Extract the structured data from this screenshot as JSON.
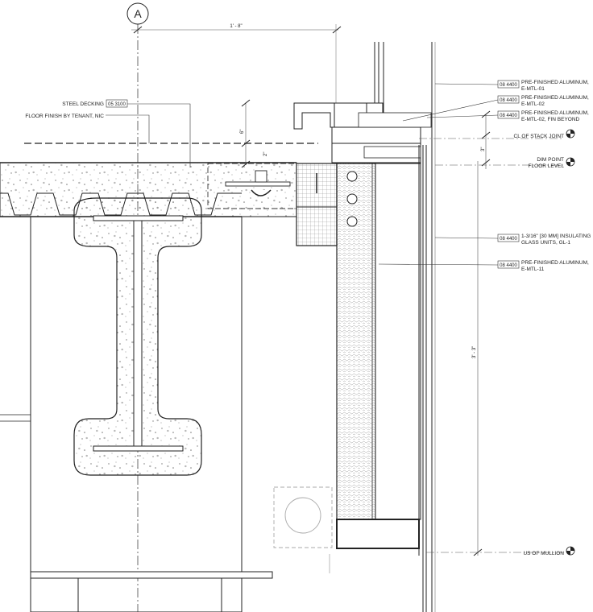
{
  "grid": {
    "label": "A"
  },
  "dimensions": {
    "top": "1' - 8\"",
    "upper_a": "6\"",
    "upper_b": "2\"",
    "stack": "3\"",
    "tall": "3' - 3\""
  },
  "left_notes": {
    "steel_decking": {
      "text": "STEEL DECKING",
      "ref": "05 3100"
    },
    "floor_finish": {
      "text": "FLOOR FINISH BY TENANT, NIC"
    }
  },
  "right_notes": [
    {
      "ref": "08 4400",
      "line1": "PRE-FINISHED ALUMINUM,",
      "line2": "E-MTL-01"
    },
    {
      "ref": "08 4400",
      "line1": "PRE-FINISHED ALUMINUM,",
      "line2": "E-MTL-02"
    },
    {
      "ref": "08 4400",
      "line1": "PRE-FINISHED ALUMINUM,",
      "line2": "E-MTL-02, FIN BEYOND"
    },
    {
      "ref": "08 4400",
      "line1": "1-3/16\" [30 MM] INSULATING",
      "line2": "GLASS UNITS, GL-1"
    },
    {
      "ref": "08 4400",
      "line1": "PRE-FINISHED ALUMINUM,",
      "line2": "E-MTL-11"
    }
  ],
  "elevations": {
    "stack_joint": "CL OF STACK JOINT",
    "dim_point_1": "DIM POINT",
    "dim_point_2": "FLOOR LEVEL",
    "mullion": "US OF MULLION"
  },
  "colors": {
    "line": "#222222",
    "hatch": "#8a8a8a",
    "light": "#b5b5b5"
  }
}
